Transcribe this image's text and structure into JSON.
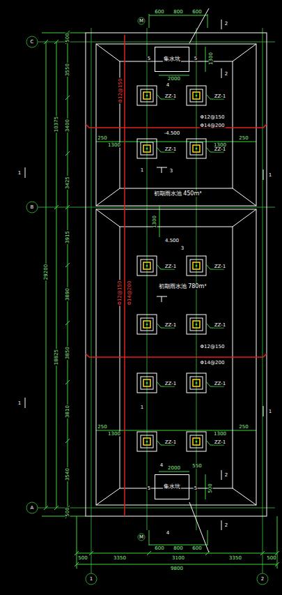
{
  "diagram": {
    "nodes": [
      {
        "text": [
          "初期雨水池 450m³"
        ]
      },
      {
        "text": [
          "集水坑"
        ],
        "in": 0
      },
      {
        "text": [
          "初期雨水池 780m³"
        ]
      },
      {
        "text": [
          "集水坑"
        ],
        "in": 2
      }
    ],
    "labels": [
      "C",
      "B",
      "A",
      "1",
      "2",
      "29200",
      "10375",
      "18825",
      "500",
      "3550",
      "3400",
      "3425",
      "3915",
      "3890",
      "3850",
      "3810",
      "3540",
      "500",
      "500",
      "3350",
      "3100",
      "3350",
      "500",
      "9800",
      "M",
      "600",
      "800",
      "600",
      "2",
      "2",
      "5",
      "5",
      "1300",
      "4",
      "2000",
      "Φ12@150",
      "Φ12@150",
      "Φ14@200",
      "-4.500",
      "250",
      "1300",
      "1300",
      "250",
      "1",
      "3",
      "1",
      "1",
      "1300",
      "4.500",
      "3",
      "Φ12@150",
      "Φ14@200",
      "Φ12@150",
      "Φ14@200",
      "1",
      "1",
      "1",
      "250",
      "1300",
      "1300",
      "250",
      "4",
      "2000",
      "550",
      "2",
      "5",
      "5",
      "500",
      "2",
      "4",
      "M",
      "600",
      "800",
      "600",
      "ZZ-1",
      "ZZ-1",
      "ZZ-1",
      "ZZ-1",
      "ZZ-1",
      "ZZ-1",
      "ZZ-1",
      "ZZ-1",
      "ZZ-1",
      "ZZ-1",
      "ZZ-1",
      "ZZ-1"
    ]
  }
}
